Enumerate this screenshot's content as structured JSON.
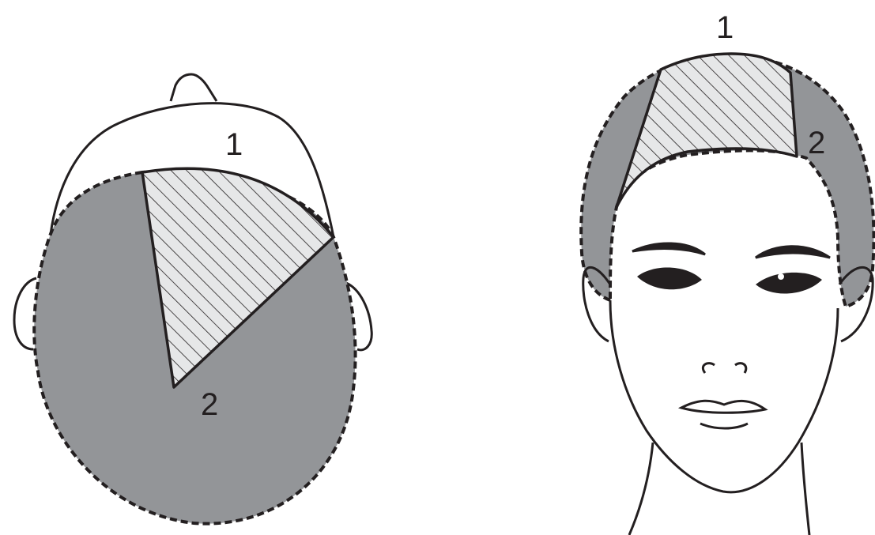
{
  "colors": {
    "outline": "#231f20",
    "zone_fill": "#939598",
    "hatch_fill": "#e6e7e8",
    "background": "#ffffff"
  },
  "top_view": {
    "label_1": "1",
    "label_2": "2"
  },
  "front_view": {
    "label_1": "1",
    "label_2": "2"
  }
}
